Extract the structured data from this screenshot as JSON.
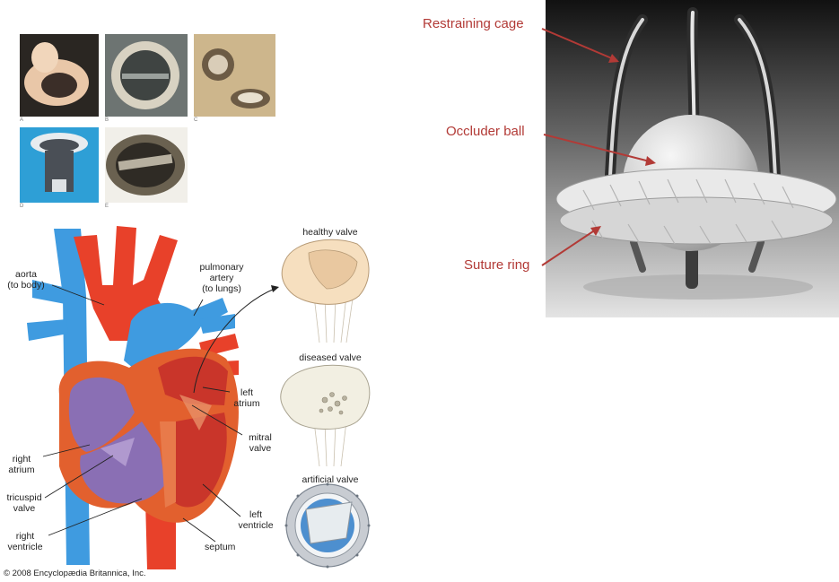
{
  "thumbnails": {
    "a": "A",
    "b": "B",
    "c": "C",
    "d": "D",
    "e": "E"
  },
  "heart": {
    "aorta": [
      "aorta",
      "(to body)"
    ],
    "pulmonary_artery": [
      "pulmonary",
      "artery",
      "(to lungs)"
    ],
    "left_atrium": [
      "left",
      "atrium"
    ],
    "mitral_valve": [
      "mitral",
      "valve"
    ],
    "right_atrium": [
      "right",
      "atrium"
    ],
    "tricuspid_valve": [
      "tricuspid",
      "valve"
    ],
    "right_ventricle": [
      "right",
      "ventricle"
    ],
    "left_ventricle": [
      "left",
      "ventricle"
    ],
    "septum": "septum"
  },
  "valves": {
    "healthy": "healthy valve",
    "diseased": "diseased valve",
    "artificial": "artificial valve"
  },
  "photo": {
    "restraining_cage": "Restraining cage",
    "occluder_ball": "Occluder ball",
    "suture_ring": "Suture ring",
    "label_color": "#b23a36"
  },
  "copyright": "© 2008 Encyclopædia Britannica, Inc."
}
